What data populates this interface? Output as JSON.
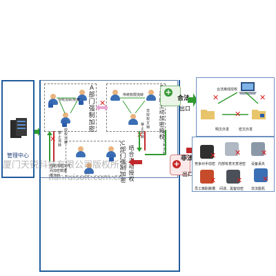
{
  "management_center": "管理中心",
  "sections": {
    "a": "A部门强制加密",
    "b": "B部门主动加密授权",
    "c": "C部门强制加密",
    "d": "结合主动授权"
  },
  "flow_labels": {
    "a_inner": "传统流转/使用",
    "a_auth": "授权流转",
    "b_inner": "传统权限流转",
    "forbid_left": "禁止流转",
    "forbid_mid": "禁止流转",
    "auth_doc_flow": "授权文档流转",
    "noauth_doc_flow": "非授权文档",
    "c_force": "强制加密文件",
    "c_restrict": "而加密数据",
    "c_reset": "重流转"
  },
  "gates": {
    "legal": "合法",
    "legal_exit": "出口",
    "illegal": "非法",
    "illegal_exit": "出口"
  },
  "legal_panel": {
    "partner": "合法离线授权",
    "plain_out": "明文外发",
    "cipher_out": "密文外发"
  },
  "illegal_panel": {
    "items": [
      {
        "label": "竞争对手窃密",
        "icon": "spy-icon"
      },
      {
        "label": "内部有意无意泄密",
        "icon": "insider-icon"
      },
      {
        "label": "设备丢失",
        "icon": "device-lost-icon"
      },
      {
        "label": "员工离职跳槽",
        "icon": "employee-leave-icon"
      },
      {
        "label": "间谍、黑客窃密",
        "icon": "hacker-icon"
      },
      {
        "label": "非法脱机",
        "icon": "offline-icon"
      }
    ]
  },
  "watermark": {
    "line1": "厦门天锐科技有限公司版权所有",
    "line2": "tianruisoft.com.cn"
  },
  "colors": {
    "panel_border": "#1f5a9b",
    "green_arrow": "#2f9a2f",
    "red_arrow": "#c0282a",
    "gate_legal": "#3a9b3a",
    "gate_illegal": "#c62828"
  }
}
